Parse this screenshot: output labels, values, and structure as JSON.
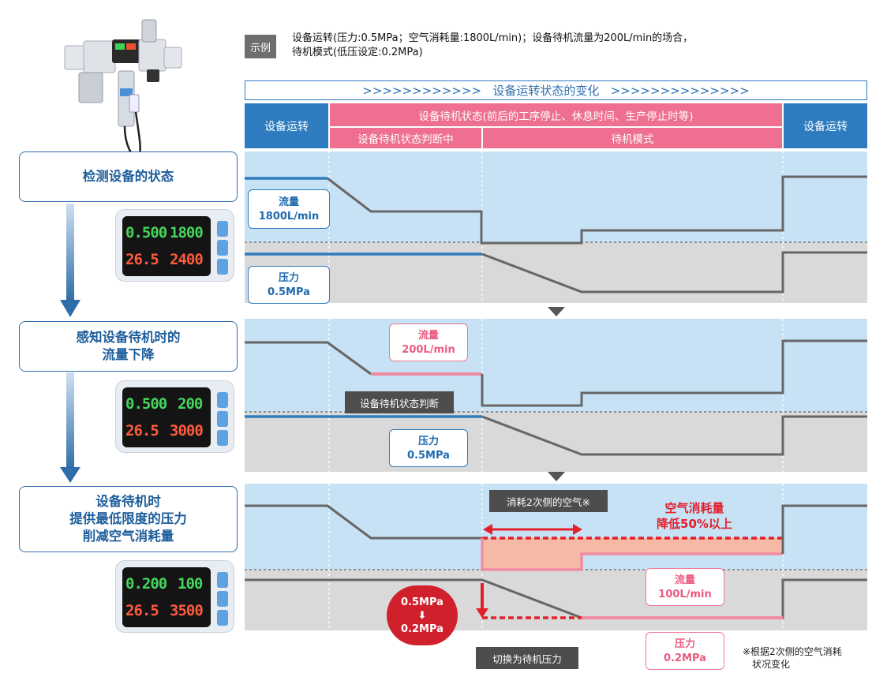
{
  "example": {
    "tag": "示例",
    "line1": "设备运转(压力:0.5MPa；空气消耗量:1800L/min)；设备待机流量为200L/min的场合，",
    "line2": "待机模式(低压设定:0.2MPa)"
  },
  "change_title": ">>>>>>>>>>>>   设备运转状态的变化   >>>>>>>>>>>>>>",
  "header": {
    "operating_left": "设备运转",
    "standby_state": "设备待机状态(前后的工序停止、休息时间、生产停止时等)",
    "standby_judging": "设备待机状态判断中",
    "standby_mode": "待机模式",
    "operating_right": "设备运转"
  },
  "steps": [
    {
      "lines": [
        "检测设备的状态"
      ]
    },
    {
      "lines": [
        "感知设备待机时的",
        "流量下降"
      ]
    },
    {
      "lines": [
        "设备待机时",
        "提供最低限度的压力",
        "削减空气消耗量"
      ]
    }
  ],
  "meters": [
    {
      "p": "0.500",
      "f": "1800",
      "t": "26.5",
      "c": "2400"
    },
    {
      "p": "0.500",
      "f": "200",
      "t": "26.5",
      "c": "3000"
    },
    {
      "p": "0.200",
      "f": "100",
      "t": "26.5",
      "c": "3500"
    }
  ],
  "panel1": {
    "flow_title": "流量",
    "flow_value": "1800L/min",
    "pressure_title": "压力",
    "pressure_value": "0.5MPa"
  },
  "panel2": {
    "flow_title": "流量",
    "flow_value": "200L/min",
    "judge": "设备待机状态判断",
    "pressure_title": "压力",
    "pressure_value": "0.5MPa"
  },
  "panel3": {
    "secondary_air": "消耗2次侧的空气※",
    "saving_line1": "空气消耗量",
    "saving_line2": "降低50%以上",
    "flow_title": "流量",
    "flow_value": "100L/min",
    "press_from": "0.5MPa",
    "press_arrow": "⬇",
    "press_to": "0.2MPa",
    "switch": "切换为待机压力",
    "pressure_title": "压力",
    "pressure_value": "0.2MPa"
  },
  "footnote": [
    "※根据2次侧的空气消耗",
    "状况变化"
  ],
  "colors": {
    "blue": "#2e7cbf",
    "pink": "#ee6f8f",
    "light_blue": "#c8e2f5",
    "light_gray": "#d9d9d9",
    "red": "#e21f2b",
    "salmon": "#f6b9a6",
    "line_gray": "#666666"
  }
}
